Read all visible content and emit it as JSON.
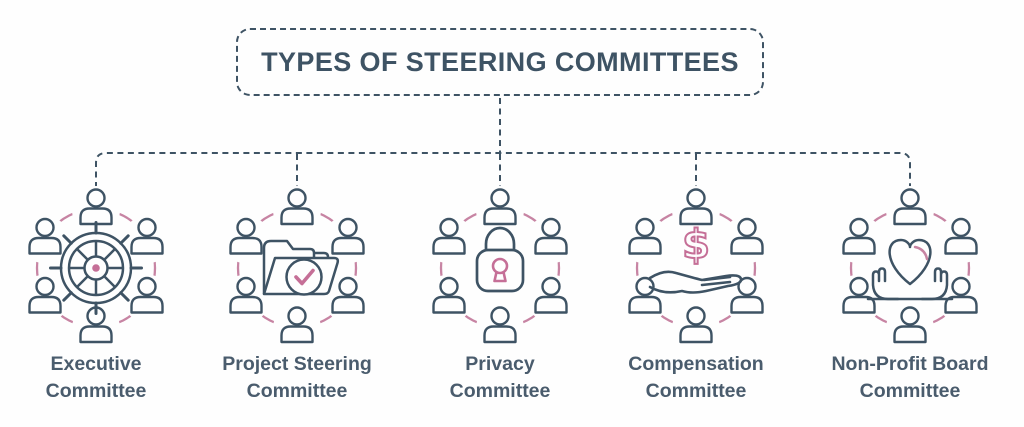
{
  "title": "TYPES OF STEERING COMMITTEES",
  "colors": {
    "outline_dark": "#3e5364",
    "label_text": "#4a5c6d",
    "ring_pink": "#c784a3",
    "accent_pink": "#c56f97",
    "background": "#fefefe"
  },
  "connectors": {
    "style": "dashed",
    "from": "title-box",
    "branches": 5
  },
  "committees": [
    {
      "name": "executive",
      "icon": "ship-helm-icon",
      "label_line1": "Executive",
      "label_line2": "Committee"
    },
    {
      "name": "project-steering",
      "icon": "folder-check-icon",
      "label_line1": "Project Steering",
      "label_line2": "Committee"
    },
    {
      "name": "privacy",
      "icon": "padlock-icon",
      "label_line1": "Privacy",
      "label_line2": "Committee"
    },
    {
      "name": "compensation",
      "icon": "hand-dollar-icon",
      "label_line1": "Compensation",
      "label_line2": "Committee"
    },
    {
      "name": "non-profit-board",
      "icon": "hands-heart-icon",
      "label_line1": "Non-Profit Board",
      "label_line2": "Committee"
    }
  ]
}
